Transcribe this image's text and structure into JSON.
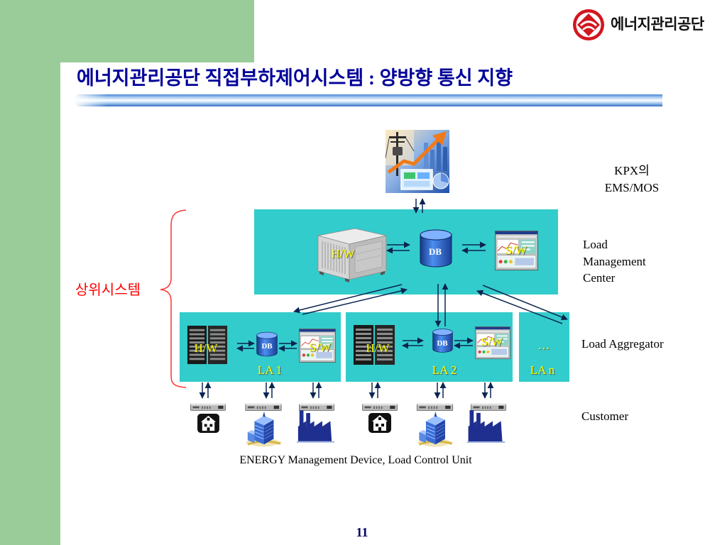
{
  "slide": {
    "logo_text": "에너지관리공단",
    "title": "에너지관리공단 직접부하제어시스템 : 양방향 통신 지향",
    "page_number": "11"
  },
  "kpx": {
    "line1": "KPX의",
    "line2": "EMS/MOS"
  },
  "upper_system_label": "상위시스템",
  "load_management_center": {
    "label_lines": [
      "Load",
      "Management",
      "Center"
    ],
    "hw_label": "H/W",
    "db_label": "DB",
    "sw_label": "S/W"
  },
  "load_aggregator": {
    "label": "Load Aggregator",
    "units": [
      {
        "name": "LA 1",
        "hw_label": "H/W",
        "db_label": "DB",
        "sw_label": "S/W"
      },
      {
        "name": "LA 2",
        "hw_label": "H/W",
        "db_label": "DB",
        "sw_label": "S/W"
      },
      {
        "name": "LA n",
        "ellipsis": "…"
      }
    ]
  },
  "customer": {
    "label": "Customer",
    "sites": [
      {
        "icon": "home-icon"
      },
      {
        "icon": "office-building-icon"
      },
      {
        "icon": "factory-icon"
      },
      {
        "icon": "home-icon"
      },
      {
        "icon": "office-building-icon"
      },
      {
        "icon": "factory-icon"
      }
    ],
    "device_caption": "ENERGY Management Device, Load Control Unit"
  },
  "colors": {
    "accent_green": "#99CC99",
    "box_cyan": "#33CCCC",
    "title_blue": "#000099",
    "label_yellow": "#FFFF00",
    "brace_red": "#FF0000",
    "logo_red": "#D2161E"
  }
}
